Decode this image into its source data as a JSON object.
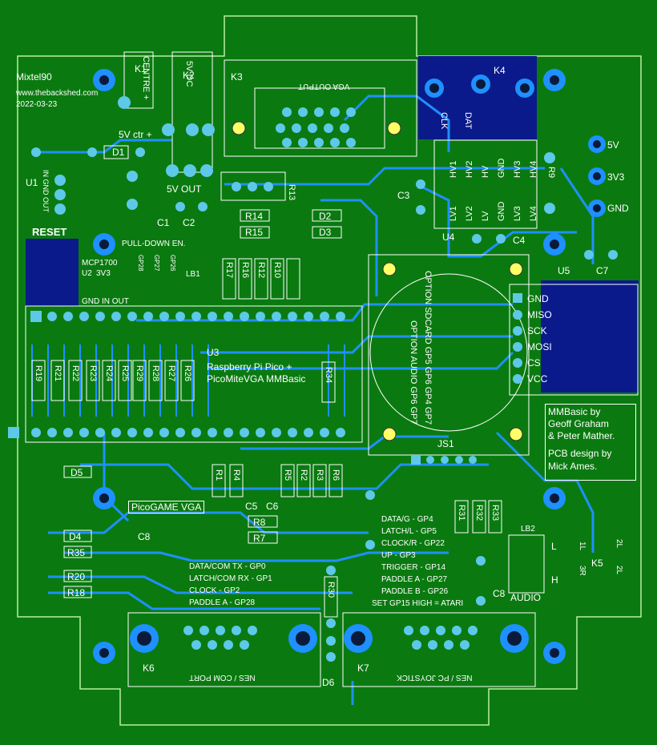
{
  "author": {
    "name": "Mixtel90",
    "url": "www.thebackshed.com",
    "date": "2022-03-23"
  },
  "board": {
    "title_line1": "Raspberry Pi Pico +",
    "title_line2": "PicoMiteVGA MMBasic",
    "picogame": "PicoGAME VGA",
    "credit_lines": [
      "MMBasic by",
      "Geoff Graham",
      "& Peter Mather.",
      "PCB design by",
      "Mick Ames."
    ]
  },
  "connectors": {
    "k1": "K1",
    "k1_text": "CENTRE +",
    "k2": "K2",
    "k2_text": "5V DC",
    "k3": "K3",
    "k3_text": "VGA OUTPUT",
    "k4": "K4",
    "k4_clk": "CLK",
    "k4_dat": "DAT",
    "k5": "K5",
    "k6": "K6",
    "k6_text": "NES / COM PORT",
    "k7": "K7",
    "k7_text": "NES / PC JOYSTICK",
    "js1": "JS1",
    "audio": "AUDIO",
    "lb1": "LB1",
    "lb2": "LB2",
    "sd_text_1": "OPTION SDCARD GP5 GP6 GP4 GP7",
    "sd_text_2": "OPTION AUDIO GP6 GP7"
  },
  "power": {
    "v5": "5V",
    "v3": "3V3",
    "gnd": "GND",
    "ctr": "5V ctr +",
    "out": "5V OUT",
    "u1_pins": "IN GND OUT",
    "u1": "U1",
    "reset": "RESET",
    "pulldown": "PULL-DOWN EN.",
    "mcp": "MCP1700",
    "u2": "U2",
    "u2_33": "3V3",
    "u2_pins": "GND IN OUT",
    "gp28": "GP28",
    "gp27": "GP27",
    "gp26": "GP26"
  },
  "level_shifter": {
    "u4": "U4",
    "hv": [
      "HV1",
      "HV2",
      "HV",
      "GND",
      "HV3",
      "HV4"
    ],
    "lv": [
      "LV1",
      "LV2",
      "LV",
      "GND",
      "LV3",
      "LV4"
    ]
  },
  "sd_module": {
    "u5": "U5",
    "pins": [
      "GND",
      "MISO",
      "SCK",
      "MOSI",
      "CS",
      "VCC"
    ]
  },
  "components": {
    "d1": "D1",
    "d2": "D2",
    "d3": "D3",
    "d4": "D4",
    "d5": "D5",
    "d6": "D6",
    "c1": "C1",
    "c2": "C2",
    "c3": "C3",
    "c4": "C4",
    "c5": "C5",
    "c6": "C6",
    "c7": "C7",
    "c8": "C8",
    "c8b": "C8",
    "r9": "R9",
    "r13": "R13",
    "r14": "R14",
    "r15": "R15",
    "r17": "R17",
    "r16": "R16",
    "r12": "R12",
    "r10": "R10",
    "r19": "R19",
    "r21": "R21",
    "r22": "R22",
    "r23": "R23",
    "r24": "R24",
    "r25": "R25",
    "r29": "R29",
    "r28": "R28",
    "r27": "R27",
    "r26": "R26",
    "r34": "R34",
    "r1": "R1",
    "r4": "R4",
    "r5": "R5",
    "r2": "R2",
    "r3": "R3",
    "r6": "R6",
    "r8": "R8",
    "r7": "R7",
    "r31": "R31",
    "r32": "R32",
    "r33": "R33",
    "r35": "R35",
    "r20": "R20",
    "r18": "R18",
    "r30": "R30",
    "u3": "U3"
  },
  "nes_mapping_left": [
    "DATA/COM TX - GP0",
    "LATCH/COM RX - GP1",
    "CLOCK - GP2",
    "PADDLE A - GP28"
  ],
  "nes_mapping_right": [
    "DATA/G - GP4",
    "LATCH/L - GP5",
    "CLOCK/R - GP22",
    "UP - GP3",
    "TRIGGER - GP14",
    "PADDLE A - GP27",
    "PADDLE B - GP26",
    "SET GP15 HIGH = ATARI"
  ],
  "audio_labels": {
    "l": "L",
    "h": "H",
    "l2": "2L",
    "r3": "3R",
    "l16": "1L",
    "l2b": "2L"
  },
  "colors": {
    "pcb": "#0a7a10",
    "trace": "#1e90ff",
    "pad": "#5ec8e8",
    "silk": "#ffffff",
    "copper_block": "#0a1a8a",
    "via": "#7fd7ff"
  }
}
